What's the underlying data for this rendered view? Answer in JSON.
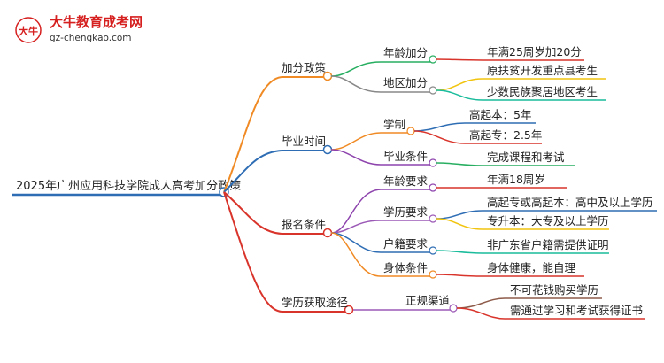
{
  "logo": {
    "title": "大牛教育成考网",
    "url": "gz-chengkao.com",
    "mark": "大牛"
  },
  "colors": {
    "root": "#2e6db4",
    "orange": "#f08a24",
    "blue": "#2e6db4",
    "purple": "#8e44ad",
    "red": "#d9342b",
    "green": "#27ae60",
    "yellow": "#f1c40f",
    "teal": "#1abc9c",
    "gray": "#888888",
    "brown": "#8e5b4a",
    "violet": "#9b59b6"
  },
  "root": {
    "label": "2025年广州应用科技学院成人高考加分政策"
  },
  "branches": [
    {
      "label": "加分政策",
      "children": [
        {
          "label": "年龄加分",
          "children": [
            "年满25周岁加20分"
          ]
        },
        {
          "label": "地区加分",
          "children": [
            "原扶贫开发重点县考生",
            "少数民族聚居地区考生"
          ]
        }
      ]
    },
    {
      "label": "毕业时间",
      "children": [
        {
          "label": "学制",
          "children": [
            "高起本：5年",
            "高起专：2.5年"
          ]
        },
        {
          "label": "毕业条件",
          "children": [
            "完成课程和考试"
          ]
        }
      ]
    },
    {
      "label": "报名条件",
      "children": [
        {
          "label": "年龄要求",
          "children": [
            "年满18周岁"
          ]
        },
        {
          "label": "学历要求",
          "children": [
            "高起专或高起本：高中及以上学历",
            "专升本：大专及以上学历"
          ]
        },
        {
          "label": "户籍要求",
          "children": [
            "非广东省户籍需提供证明"
          ]
        },
        {
          "label": "身体条件",
          "children": [
            "身体健康，能自理"
          ]
        }
      ]
    },
    {
      "label": "学历获取途径",
      "children": [
        {
          "label": "正规渠道",
          "children": [
            "不可花钱购买学历",
            "需通过学习和考试获得证书"
          ]
        }
      ]
    }
  ]
}
